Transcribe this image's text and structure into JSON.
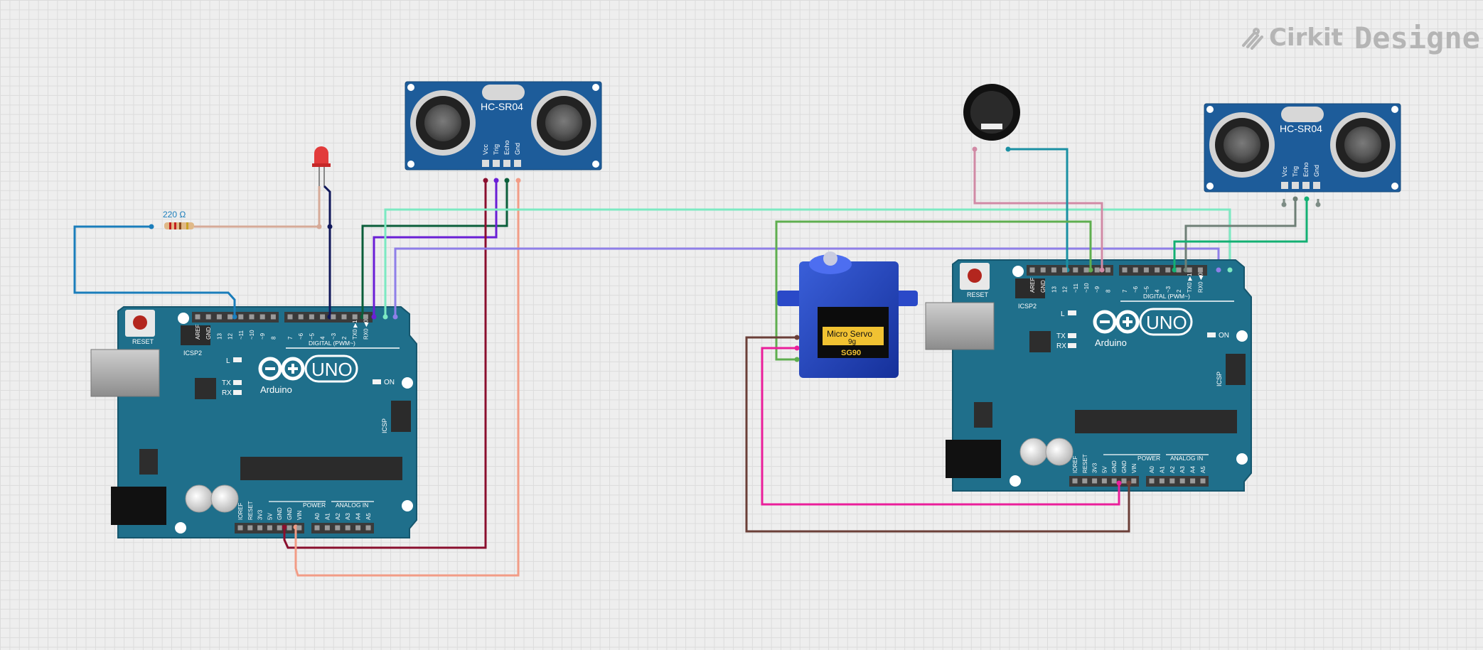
{
  "brand": {
    "prefix": "Cirkit",
    "suffix": "Designer"
  },
  "components": {
    "resistor_label": "220 Ω",
    "sensor_label": "HC-SR04",
    "sensor_pins": [
      "Vcc",
      "Trig",
      "Echo",
      "Gnd"
    ],
    "servo_line1": "Micro Servo",
    "servo_line2": "9g",
    "servo_model": "SG90",
    "arduino": {
      "logo": "UNO",
      "name": "Arduino",
      "reset": "RESET",
      "icsp2": "ICSP2",
      "icsp": "ICSP",
      "on": "ON",
      "led_l": "L",
      "led_tx": "TX",
      "led_rx": "RX",
      "digital": "DIGITAL (PWM~)",
      "power": "POWER",
      "analog": "ANALOG IN",
      "header_top_left": [
        "AREF",
        "GND",
        "13",
        "12",
        "~11",
        "~10",
        "~9",
        "8"
      ],
      "header_top_right": [
        "7",
        "~6",
        "~5",
        "4",
        "~3",
        "2",
        "TX0 ▶1",
        "RX0 ◀0"
      ],
      "header_power": [
        "IOREF",
        "RESET",
        "3V3",
        "5V",
        "GND",
        "GND",
        "VIN"
      ],
      "header_analog": [
        "A0",
        "A1",
        "A2",
        "A3",
        "A4",
        "A5"
      ]
    }
  },
  "colors": {
    "board": "#1f6f8b",
    "sensor": "#1d5c9a",
    "wire_blue": "#1a7dbb",
    "wire_navy": "#10185a",
    "wire_darkgreen": "#0b5e3a",
    "wire_purple": "#6a1fd6",
    "wire_green": "#1c8f3c",
    "wire_maroon": "#8a0f2e",
    "wire_salmon": "#f29c86",
    "wire_aqua": "#7ce9c2",
    "wire_lavender": "#8f7fe8",
    "wire_tan": "#d6aa98",
    "wire_lightgreen": "#5fae4f",
    "wire_pink": "#d18aa5",
    "wire_teal": "#1a90a3",
    "wire_brown": "#6b3f38",
    "wire_magenta": "#ea1e9a",
    "wire_gray": "#6e7f76",
    "wire_green2": "#13b073"
  }
}
